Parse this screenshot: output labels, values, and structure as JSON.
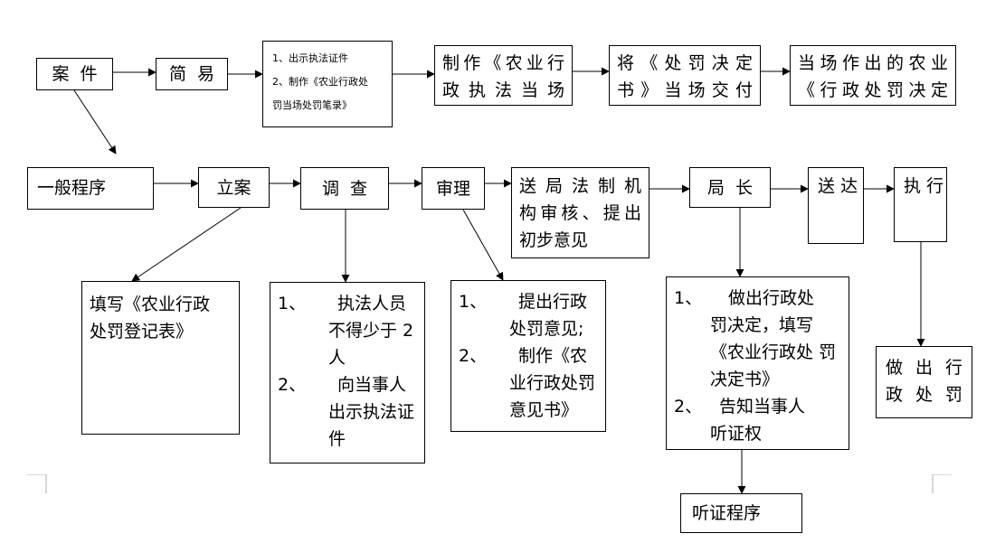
{
  "boxes": {
    "anjian": "案  件",
    "jianyi": "简  易",
    "jianyi_steps": [
      "1、出示执法证件",
      "2、制作《农业行政处",
      "罚当场处罚笔录》"
    ],
    "zhizuo_dangchang": [
      "制作《农业行",
      "政执法当场"
    ],
    "jiang_jueding": [
      "将《处罚决定",
      "书》当场交付"
    ],
    "dangchang_zuochu": [
      "当场作出的农业",
      "《行政处罚决定"
    ],
    "yiban": "一般程序",
    "lian": "立案",
    "diaocha": "调  查",
    "shenli": "审理",
    "songju": [
      "送局法制机",
      "构审核、提出",
      "初步意见"
    ],
    "juzhang": "局  长",
    "songda": [
      "送",
      "达"
    ],
    "zhixing": [
      "执",
      "行"
    ],
    "tianxie": [
      "填写《农业行政",
      "处罚登记表》"
    ],
    "diaocha_notes": {
      "items": [
        {
          "num": "1、",
          "lines": [
            "执法人员",
            "不得少于 2",
            "人"
          ]
        },
        {
          "num": "2、",
          "lines": [
            "向当事人",
            "出示执法证",
            "件"
          ]
        }
      ]
    },
    "shenli_notes": {
      "items": [
        {
          "num": "1、",
          "lines": [
            "提出行政",
            "处罚意见;"
          ]
        },
        {
          "num": "2、",
          "lines": [
            "制作《农",
            "业行政处罚",
            "意见书》"
          ]
        }
      ]
    },
    "juzhang_notes": {
      "items": [
        {
          "num": "1、",
          "lines": [
            "做出行政处",
            "罚决定，填写",
            "《农业行政处",
            "罚决定书》"
          ]
        },
        {
          "num": "2、",
          "lines": [
            "告知当事人",
            "听证权"
          ]
        }
      ]
    },
    "zuochu": [
      "做出行",
      "政处罚"
    ],
    "tingzheng": "听证程序"
  },
  "colors": {
    "stroke": "#000000",
    "background": "#ffffff",
    "corner_mark": "#b0b0b0"
  }
}
